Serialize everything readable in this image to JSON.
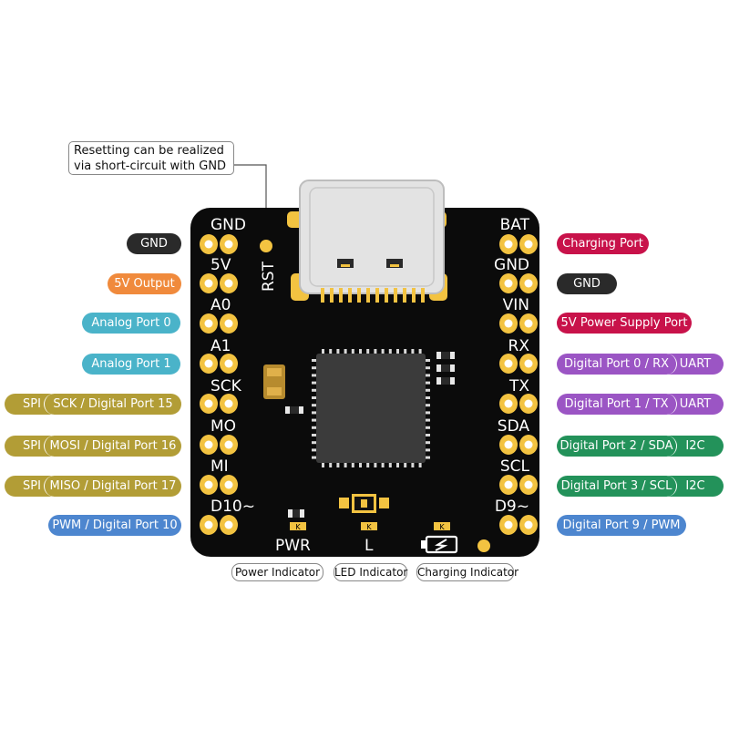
{
  "colors": {
    "board": "#0b0b0b",
    "pad": "#f3c341",
    "dark": "#2a2a2a",
    "orange": "#f08a3c",
    "cyan": "#4ab3c9",
    "olive": "#b29d36",
    "blue": "#4d86cf",
    "crimson": "#c8124a",
    "purple": "#9b55c4",
    "green": "#23925a",
    "chip": "#3a3a3a",
    "usb": "#d9d9d9"
  },
  "reset_note": {
    "line1": "Resetting can be realized",
    "line2": "via short-circuit with GND"
  },
  "board": {
    "left_pins": [
      "GND",
      "5V",
      "A0",
      "A1",
      "SCK",
      "MO",
      "MI",
      "D10~"
    ],
    "right_pins": [
      "BAT",
      "GND",
      "VIN",
      "RX",
      "TX",
      "SDA",
      "SCL",
      "D9~"
    ],
    "rst_label": "RST",
    "pwr_label": "PWR",
    "l_label": "L",
    "k1": "K",
    "k2": "K",
    "k3": "K"
  },
  "left_labels": {
    "gnd": "GND",
    "v5": "5V Output",
    "a0": "Analog Port 0",
    "a1": "Analog Port 1",
    "sck_tag": "SPI",
    "sck": "SCK / Digital Port 15",
    "mo_tag": "SPI",
    "mo": "MOSI / Digital Port 16",
    "mi_tag": "SPI",
    "mi": "MISO / Digital Port 17",
    "d10": "PWM / Digital Port 10"
  },
  "right_labels": {
    "bat": "Charging Port",
    "gnd": "GND",
    "vin": "5V Power Supply Port",
    "rx": "Digital Port 0 / RX",
    "rx_tag": "UART",
    "tx": "Digital Port 1 / TX",
    "tx_tag": "UART",
    "sda": "Digital Port 2 / SDA",
    "sda_tag": "I2C",
    "scl": "Digital Port 3 / SCL",
    "scl_tag": "I2C",
    "d9": "Digital Port 9 / PWM"
  },
  "bottom_notes": {
    "power": "Power Indicator",
    "led": "LED Indicator",
    "charging": "Charging Indicator"
  }
}
